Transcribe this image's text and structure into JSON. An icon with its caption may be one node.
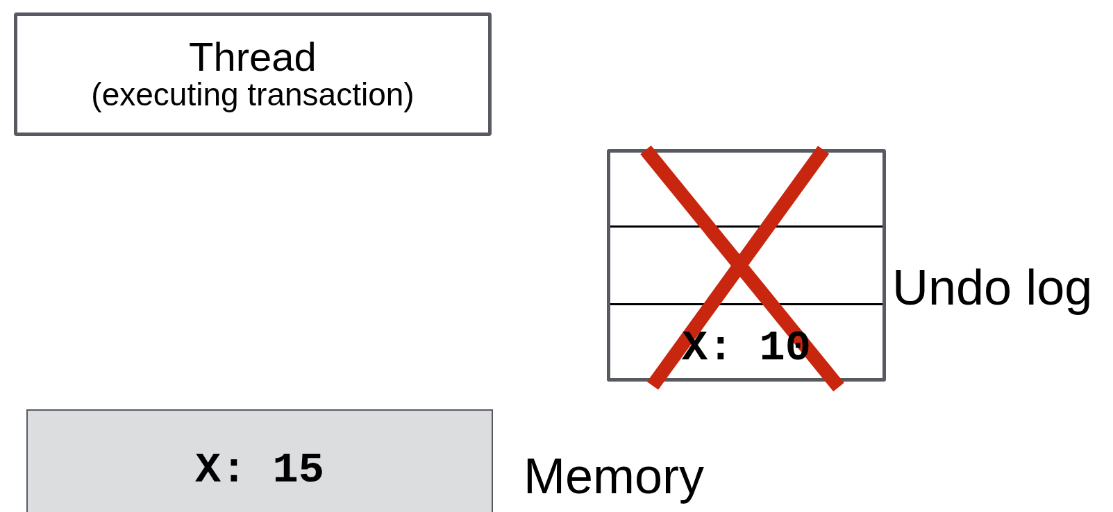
{
  "diagram": {
    "nodes": [
      {
        "text": [
          "Thread",
          "(executing transaction)"
        ]
      },
      {
        "text": [
          "X: 10"
        ],
        "beside": [
          "Undo log"
        ]
      },
      {
        "text": [
          "X: 15"
        ],
        "beside": [
          "Memory"
        ]
      }
    ]
  }
}
